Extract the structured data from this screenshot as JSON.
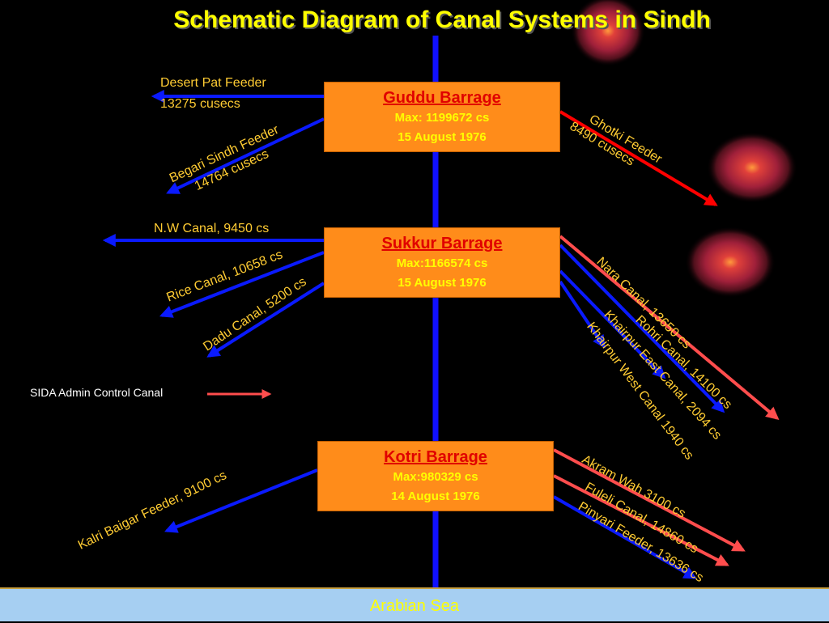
{
  "title": "Schematic Diagram of Canal Systems in Sindh",
  "colors": {
    "background": "#000000",
    "main_river": "#1010ff",
    "canal_arrow": "#0a1aff",
    "sida_arrow": "#ff4d4d",
    "feeder_red": "#ff0000",
    "barrage_box": "#ff8c1a",
    "barrage_title": "#e00000",
    "barrage_text": "#ffff00",
    "label_text": "#ffcc33",
    "sea": "#a6cff2"
  },
  "barrages": {
    "guddu": {
      "name": "Guddu Barrage",
      "max": "Max: 1199672 cs",
      "date": "15 August 1976"
    },
    "sukkur": {
      "name": "Sukkur Barrage",
      "max": "Max:1166574 cs",
      "date": "15 August 1976"
    },
    "kotri": {
      "name": "Kotri Barrage",
      "max": "Max:980329 cs",
      "date": "14 August 1976"
    }
  },
  "canals": {
    "desert_pat": {
      "line1": "Desert Pat Feeder",
      "line2": "13275 cusecs"
    },
    "begari_sindh": {
      "line1": "Begari Sindh Feeder",
      "line2": "14764 cusecs"
    },
    "ghotki": {
      "line1": "Ghotki Feeder",
      "line2": "8490 cusecs"
    },
    "nw_canal": {
      "label": "N.W Canal, 9450 cs"
    },
    "rice_canal": {
      "label": "Rice Canal, 10658 cs"
    },
    "dadu_canal": {
      "label": "Dadu Canal, 5200 cs"
    },
    "nara_canal": {
      "label": "Nara Canal, 13650 cs"
    },
    "rohri_canal": {
      "label": "Rohri Canal,   14100 cs"
    },
    "khairpur_east": {
      "label": "Khairpur East Canal,  2094 cs"
    },
    "khairpur_west": {
      "label": "Khairpur West Canal  1940 cs"
    },
    "kalri_baigar": {
      "label": "Kalri Baigar Feeder,  9100 cs"
    },
    "akram_wah": {
      "label": "Akram Wah 3100 cs"
    },
    "fuleli_canal": {
      "label": "Fuleli Canal, 14860 cs"
    },
    "pinyari_feeder": {
      "label": "Pinyari Feeder, 13636 cs"
    }
  },
  "legend": {
    "label": "SIDA Admin Control  Canal"
  },
  "sea": {
    "label": "Arabian Sea"
  }
}
